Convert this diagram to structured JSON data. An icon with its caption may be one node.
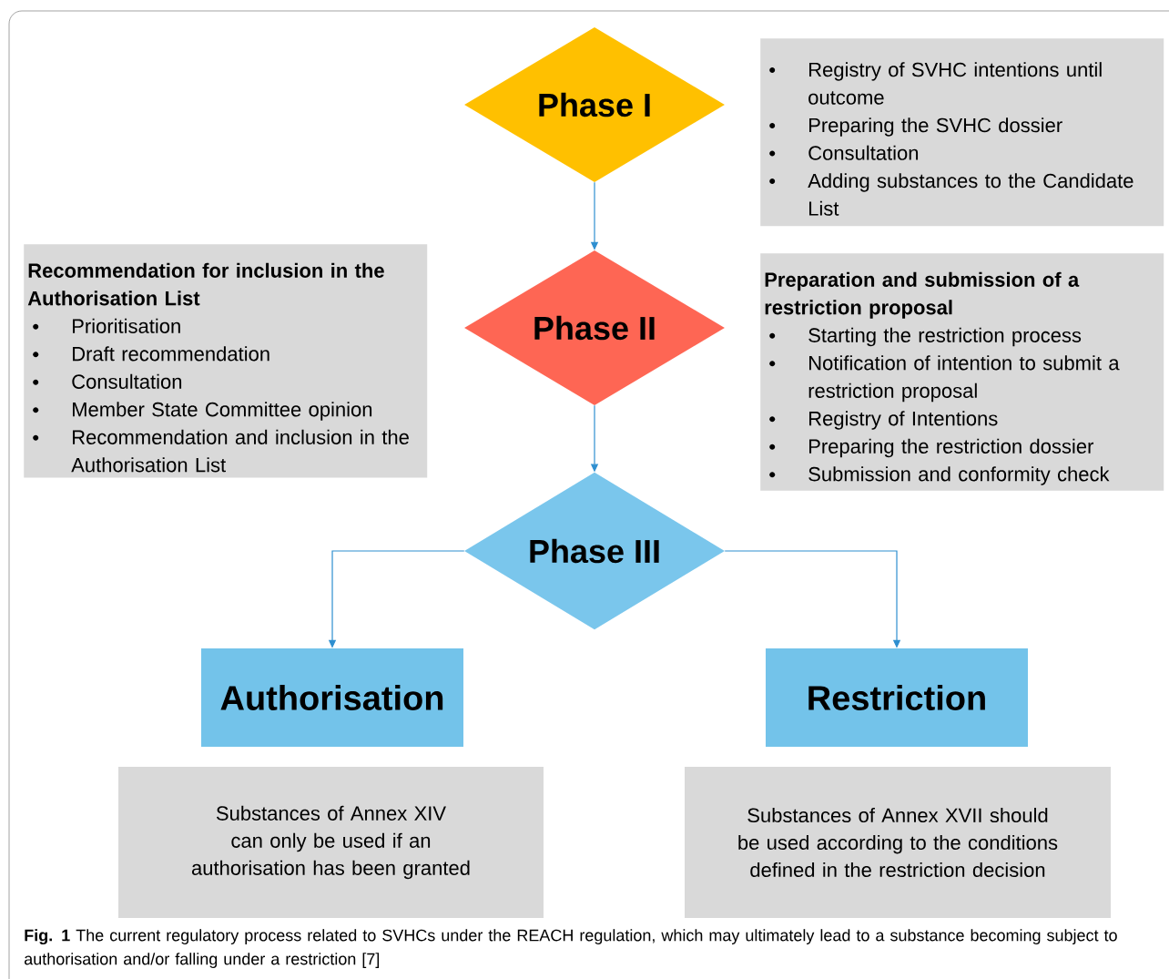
{
  "diagram": {
    "caption": "**Fig. 1** The current regulatory process related to SVHCs under the REACH regulation, which may ultimately lead to a substance becoming subject to authorisation and/or falling under a restriction [7]",
    "nodes": [
      {
        "text": [
          "Phase I"
        ]
      },
      {
        "text": [
          "Phase II"
        ]
      },
      {
        "text": [
          "Phase III"
        ]
      },
      {
        "text": [
          "Authorisation"
        ]
      },
      {
        "text": [
          "Restriction"
        ]
      },
      {
        "text": [
          "Registry of SVHC intentions until outcome",
          "Preparing the SVHC dossier",
          "Consultation",
          "Adding substances to the Candidate List"
        ]
      },
      {
        "text": [
          "Recommendation for inclusion in the Authorisation List",
          "Prioritisation",
          "Draft recommendation",
          "Consultation",
          "Member State Committee opinion",
          "Recommendation and inclusion in the Authorisation List"
        ]
      },
      {
        "text": [
          "Preparation and submission of a restriction proposal",
          "Starting the restriction process",
          "Notification of intention to submit a restriction proposal",
          "Registry of Intentions",
          "Preparing the restriction dossier",
          "Submission and conformity check"
        ]
      },
      {
        "text": [
          "Substances of Annex XIV can only be used if an authorisation has been granted"
        ]
      },
      {
        "text": [
          "Substances of Annex XVII should be used according to the conditions defined in the restriction decision"
        ]
      }
    ],
    "edges": [
      {
        "from": 0,
        "to": 1,
        "arrow": "to"
      },
      {
        "from": 1,
        "to": 2,
        "arrow": "to"
      },
      {
        "from": 2,
        "to": 3,
        "arrow": "to"
      },
      {
        "from": 2,
        "to": 4,
        "arrow": "to"
      }
    ]
  }
}
